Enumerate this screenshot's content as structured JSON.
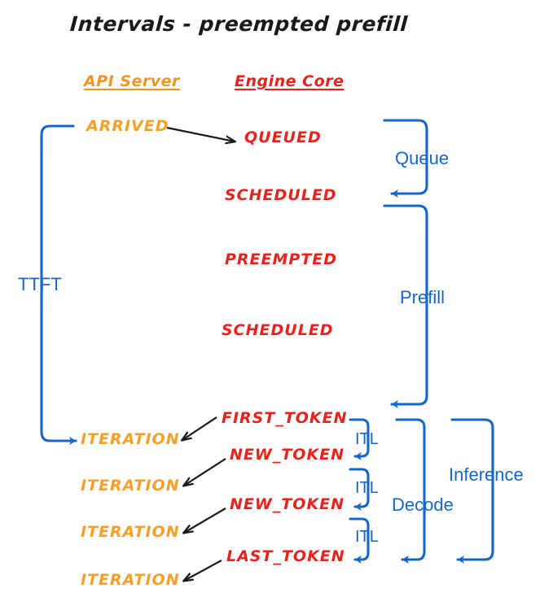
{
  "title": "Intervals - preempted prefill",
  "colors": {
    "api_server_orange": "#F0942A",
    "engine_core_red": "#E8221C",
    "interval_blue": "#1668C8",
    "arrow_black": "#1a1a1a",
    "background": "#FFFFFF"
  },
  "columns": [
    {
      "name": "api-server",
      "label": "API Server",
      "color": "#F0942A"
    },
    {
      "name": "engine-core",
      "label": "Engine Core",
      "color": "#E8221C"
    }
  ],
  "api_server_events": [
    {
      "label": "ARRIVED",
      "row": 0
    },
    {
      "label": "ITERATION",
      "row": 1
    },
    {
      "label": "ITERATION",
      "row": 2
    },
    {
      "label": "ITERATION",
      "row": 3
    },
    {
      "label": "ITERATION",
      "row": 4
    }
  ],
  "engine_core_events": [
    {
      "label": "QUEUED",
      "row": 0
    },
    {
      "label": "SCHEDULED",
      "row": 1
    },
    {
      "label": "PREEMPTED",
      "row": 2
    },
    {
      "label": "SCHEDULED",
      "row": 3
    },
    {
      "label": "FIRST_TOKEN",
      "row": 4
    },
    {
      "label": "NEW_TOKEN",
      "row": 5
    },
    {
      "label": "NEW_TOKEN",
      "row": 6
    },
    {
      "label": "LAST_TOKEN",
      "row": 7
    }
  ],
  "intervals": [
    {
      "name": "ttft",
      "label": "TTFT",
      "side": "left"
    },
    {
      "name": "queue",
      "label": "Queue",
      "side": "right"
    },
    {
      "name": "prefill",
      "label": "Prefill",
      "side": "right"
    },
    {
      "name": "itl-1",
      "label": "ITL",
      "side": "right"
    },
    {
      "name": "itl-2",
      "label": "ITL",
      "side": "right"
    },
    {
      "name": "itl-3",
      "label": "ITL",
      "side": "right"
    },
    {
      "name": "decode",
      "label": "Decode",
      "side": "right"
    },
    {
      "name": "inference",
      "label": "Inference",
      "side": "right"
    }
  ]
}
